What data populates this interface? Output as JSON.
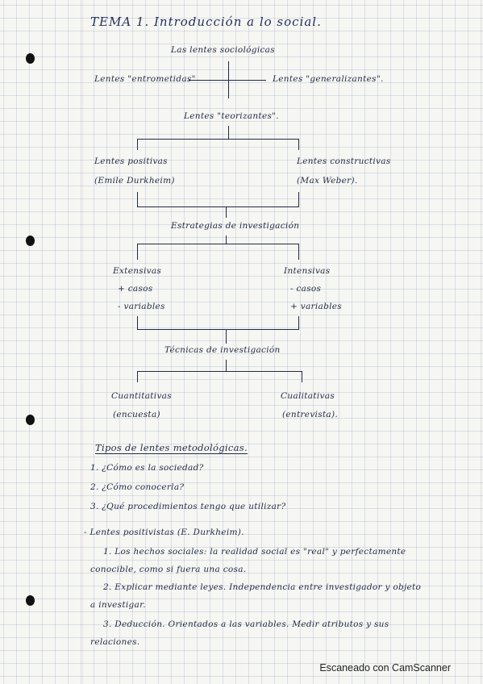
{
  "title": "TEMA 1. Introducción a lo social.",
  "diagram": {
    "root": "Las lentes sociológicas",
    "left_branch": "Lentes \"entrometidas\"",
    "right_branch": "Lentes \"generalizantes\".",
    "level2": "Lentes \"teorizantes\".",
    "positivas": "Lentes positivas",
    "positivas_author": "(Emile Durkheim)",
    "constructivas": "Lentes constructivas",
    "constructivas_author": "(Max Weber).",
    "estrategias": "Estrategias de investigación",
    "extensivas": "Extensivas",
    "extensivas_1": "+ casos",
    "extensivas_2": "- variables",
    "intensivas": "Intensivas",
    "intensivas_1": "- casos",
    "intensivas_2": "+ variables",
    "tecnicas": "Técnicas de investigación",
    "cuantitativas": "Cuantitativas",
    "cuantitativas_ex": "(encuesta)",
    "cualitativas": "Cualitativas",
    "cualitativas_ex": "(entrevista)."
  },
  "section_heading": "Tipos de lentes metodológicas.",
  "questions": [
    "1. ¿Cómo es la sociedad?",
    "2. ¿Cómo conocerla?",
    "3. ¿Qué procedimientos tengo que utilizar?"
  ],
  "positivist_heading": "- Lentes positivistas (E. Durkheim).",
  "points": [
    "1. Los hechos sociales: la realidad social es \"real\" y perfectamente",
    "conocible, como si fuera una cosa.",
    "2. Explicar mediante leyes. Independencia entre investigador y objeto",
    "a investigar.",
    "3. Deducción. Orientados a las variables. Medir atributos y sus",
    "relaciones."
  ],
  "footer": "Escaneado con CamScanner"
}
